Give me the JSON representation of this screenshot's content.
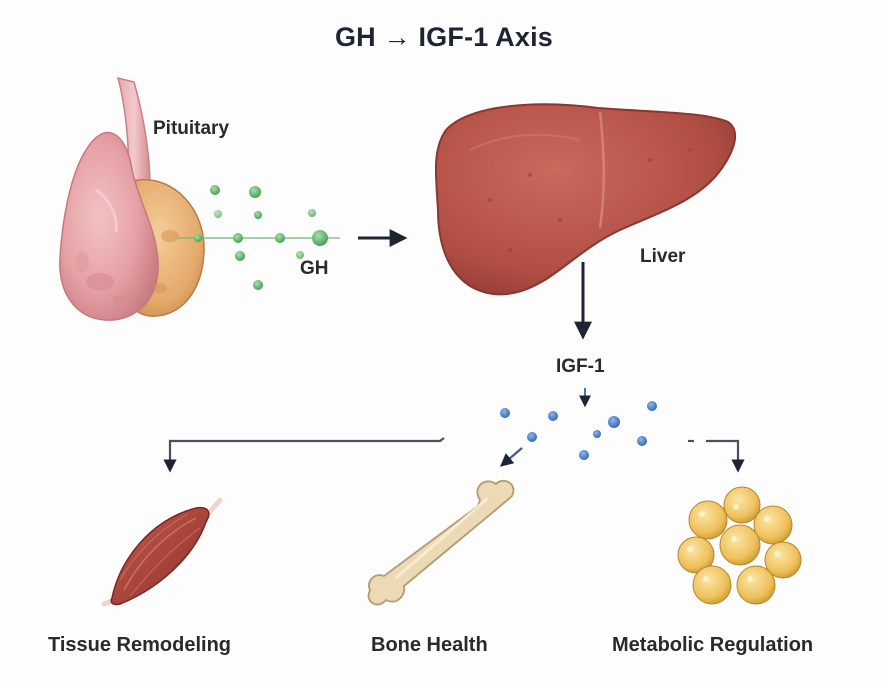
{
  "title": "GH → IGF-1 Axis",
  "labels": {
    "pituitary": "Pituitary",
    "gh": "GH",
    "liver": "Liver",
    "igf1": "IGF-1"
  },
  "targets": [
    {
      "label": "Tissue Remodeling",
      "icon": "muscle-icon"
    },
    {
      "label": "Bone Health",
      "icon": "bone-icon"
    },
    {
      "label": "Metabolic Regulation",
      "icon": "fat-cells-icon"
    }
  ],
  "colors": {
    "pituitary_pink": "#e8a9ac",
    "pituitary_tan": "#e7b27a",
    "liver": "#b8544a",
    "gh_particle": "#5fb76a",
    "igf_particle": "#3f78c6",
    "arrow": "#1e2433",
    "muscle": "#a9423a",
    "bone": "#ecd9b6",
    "fat": "#f1c95e"
  }
}
